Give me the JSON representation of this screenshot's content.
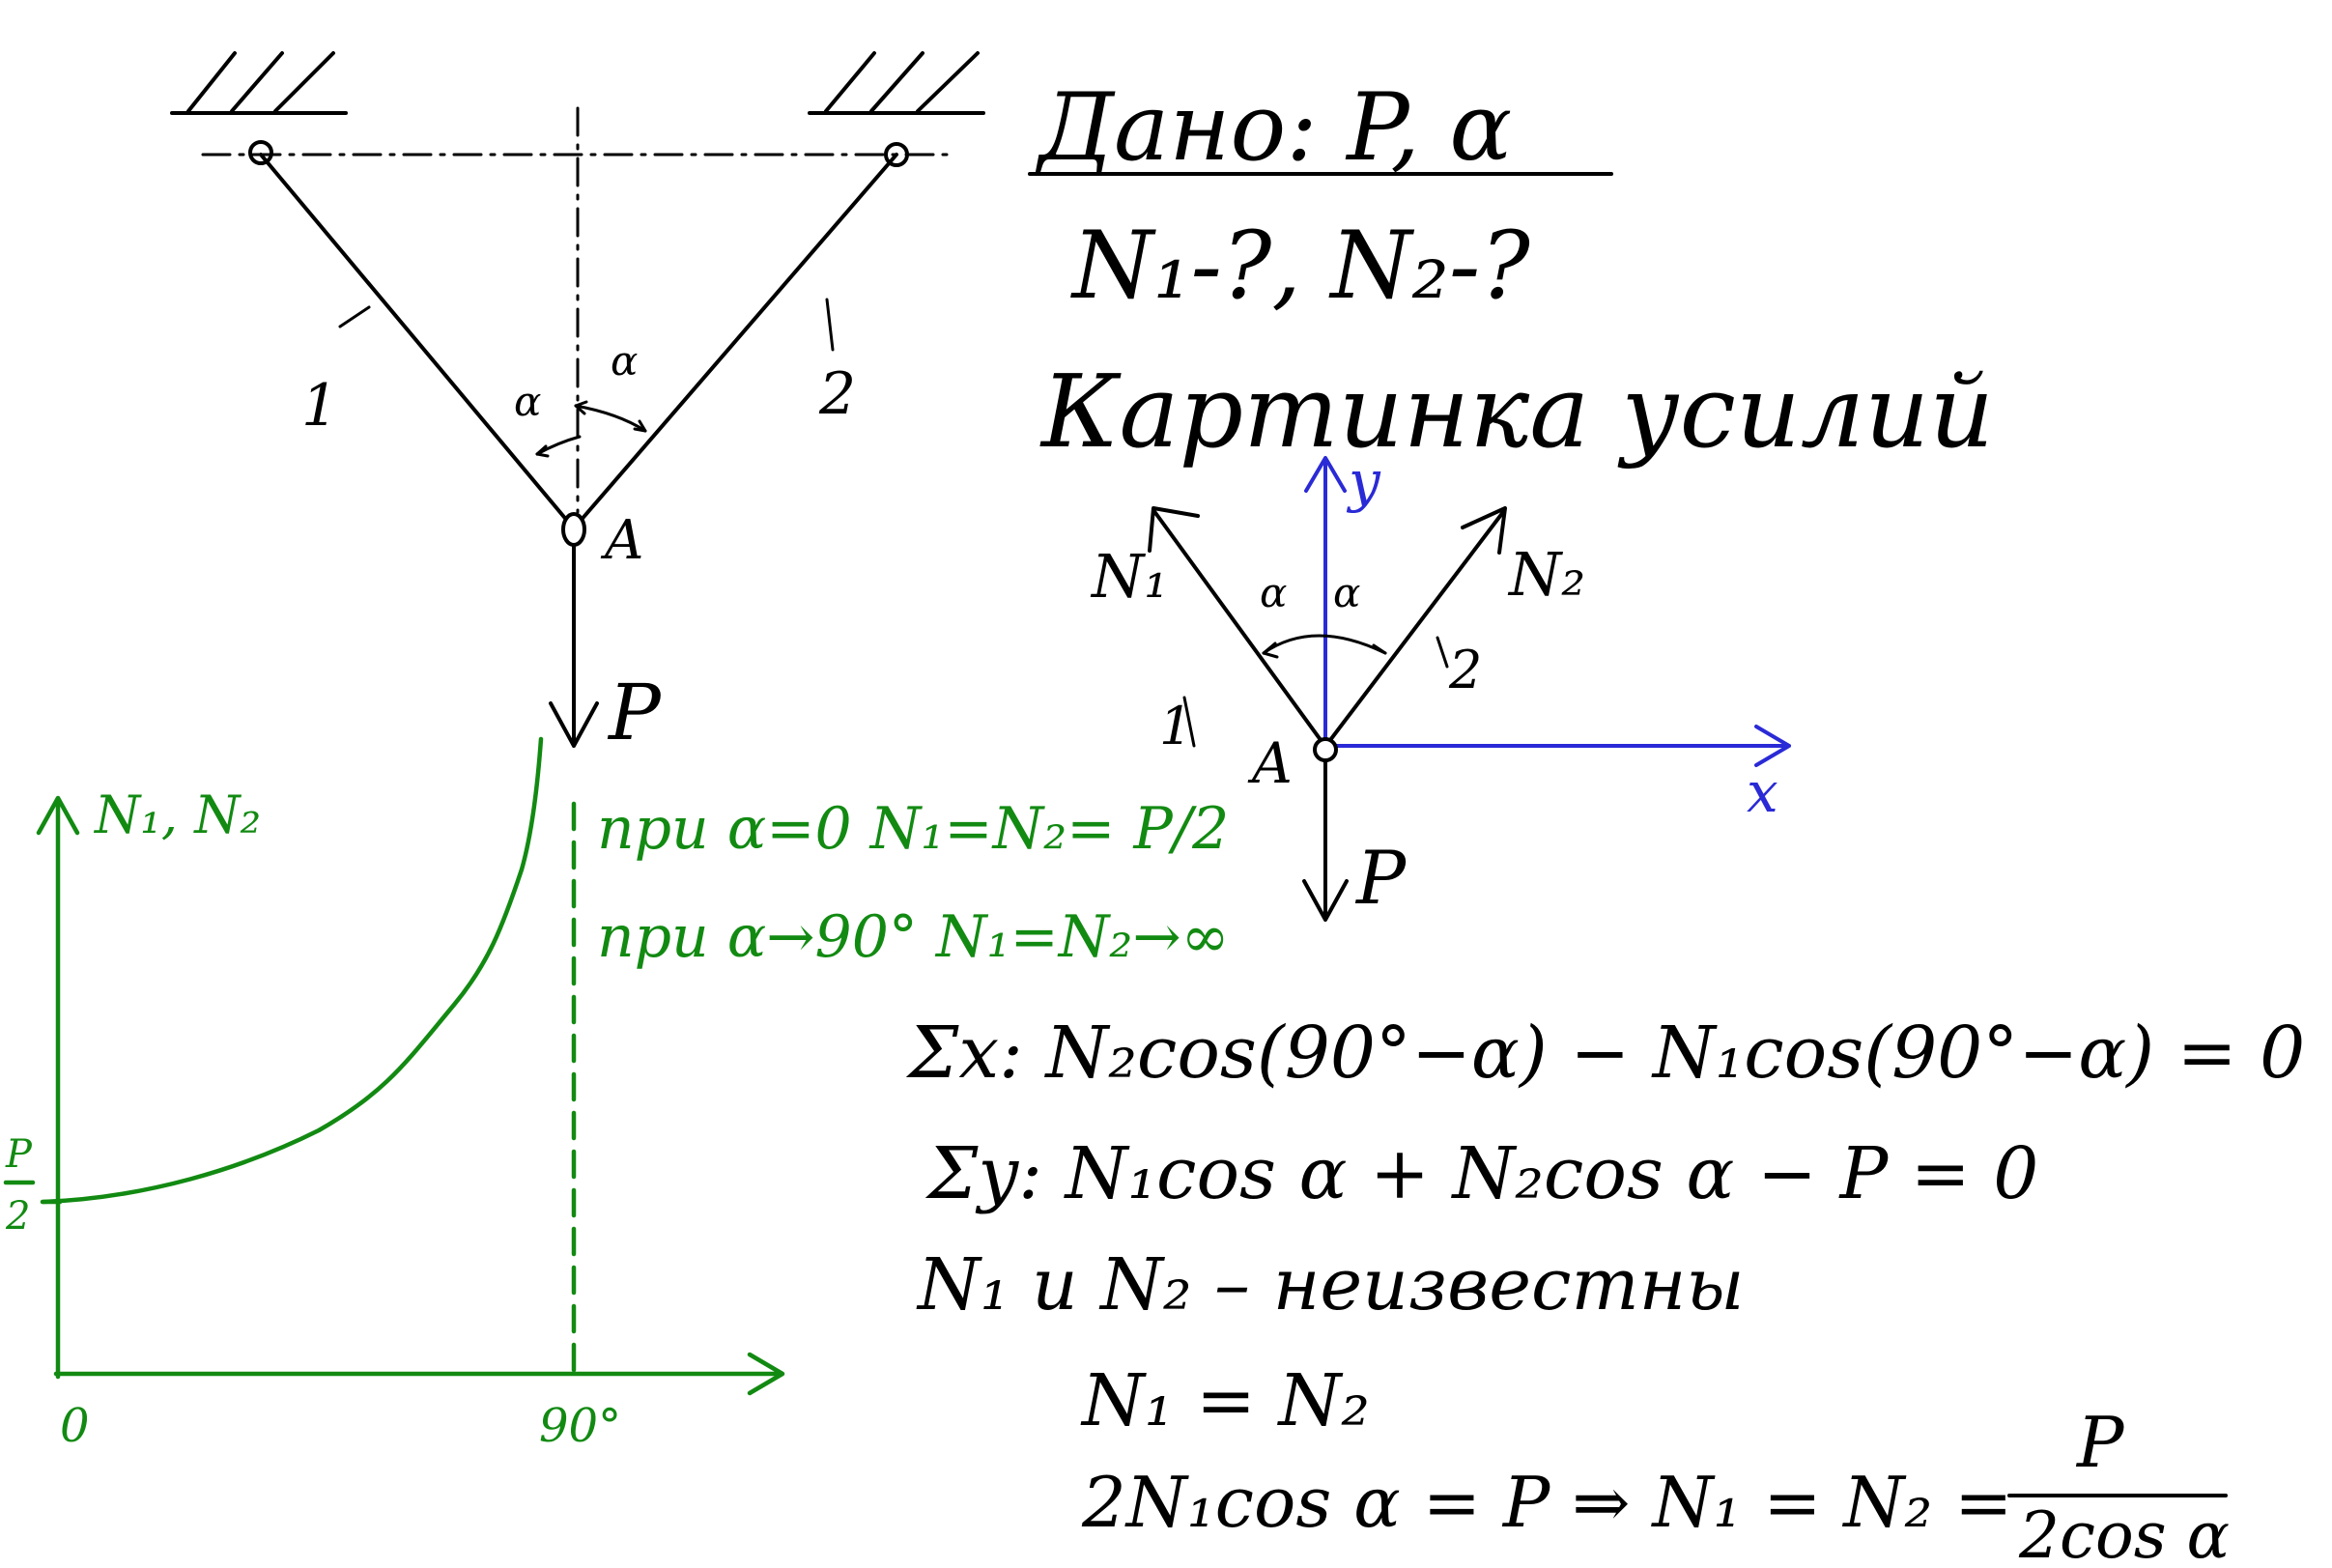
{
  "given": {
    "label": "Дано: P, α",
    "unknowns": "N₁-?, N₂-?"
  },
  "section_heading": "Картинка усилий",
  "structure": {
    "rod1_label": "1",
    "rod2_label": "2",
    "angle_left": "α",
    "angle_right": "α",
    "node_label": "A",
    "load_label": "P"
  },
  "fbd": {
    "y_axis": "y",
    "x_axis": "x",
    "n1_label": "N₁",
    "n2_label": "N₂",
    "rod1_label": "1",
    "rod2_label": "2",
    "angle_left": "α",
    "angle_right": "α",
    "node_label": "A",
    "load_label": "P"
  },
  "equations": {
    "sum_x": "Σx: N₂cos(90°−α) − N₁cos(90°−α) = 0",
    "sum_y": "Σy: N₁cos α + N₂cos α − P = 0",
    "unknowns_note": "N₁ и N₂ – неизвестны",
    "equality": "N₁ = N₂",
    "result_lhs": "2N₁cos α = P ⇒ N₁ = N₂ =",
    "result_num": "P",
    "result_den": "2cos α"
  },
  "graph": {
    "y_label": "N₁, N₂",
    "x_origin": "0",
    "x_mark": "90°",
    "y_mark_num": "P",
    "y_mark_den": "2",
    "note_1": "при α=0  N₁=N₂= P/2",
    "note_2": "при α→90°  N₁=N₂→∞"
  },
  "colors": {
    "ink": "#000000",
    "axes": "#2a2ad6",
    "graph": "#128a12"
  }
}
